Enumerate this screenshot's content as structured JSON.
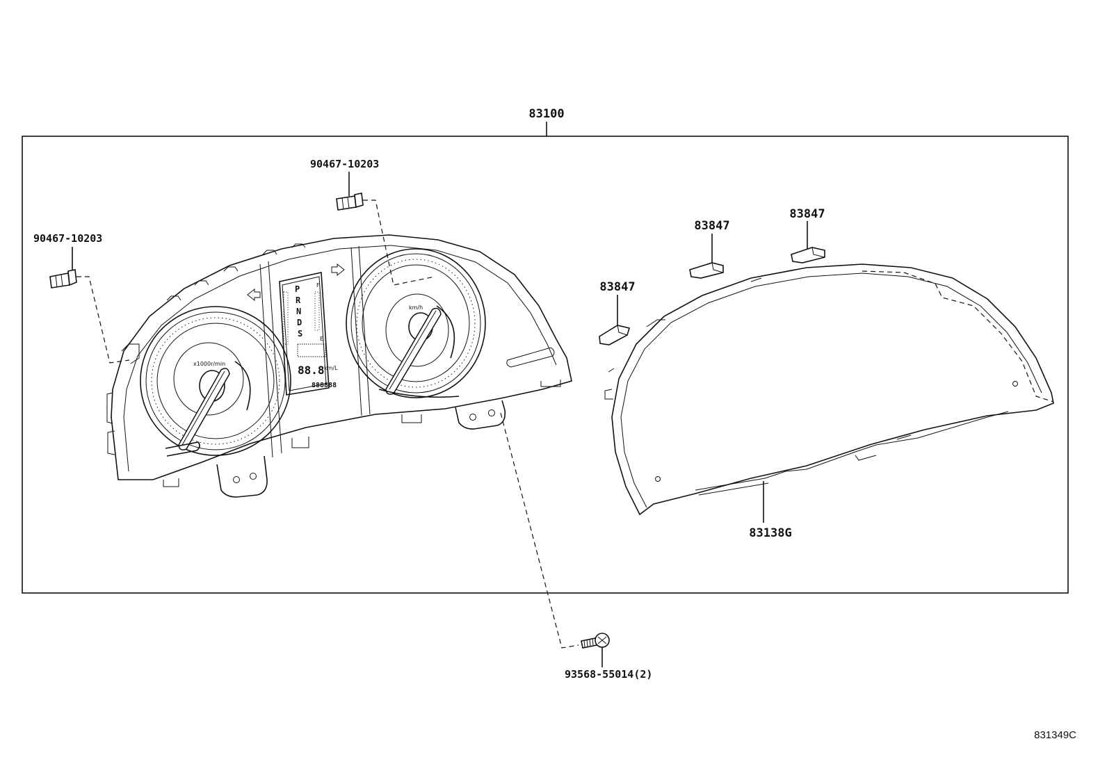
{
  "callouts": {
    "assembly": "83100",
    "bulb_left": "90467-10203",
    "bulb_top": "90467-10203",
    "clip_1": "83847",
    "clip_2": "83847",
    "clip_3": "83847",
    "glass": "83138G",
    "screw": "93568-55014(2)"
  },
  "gauges": {
    "tach_unit": "x1000r/min",
    "speed_unit": "km/h"
  },
  "display": {
    "gear_letters": [
      "P",
      "R",
      "N",
      "D",
      "S"
    ],
    "fuel_full": "F",
    "fuel_empty": "E",
    "odometer_digits": "888888",
    "fuel_economy": "88.8",
    "economy_unit": "km/L"
  },
  "figure_ref": "831349C"
}
